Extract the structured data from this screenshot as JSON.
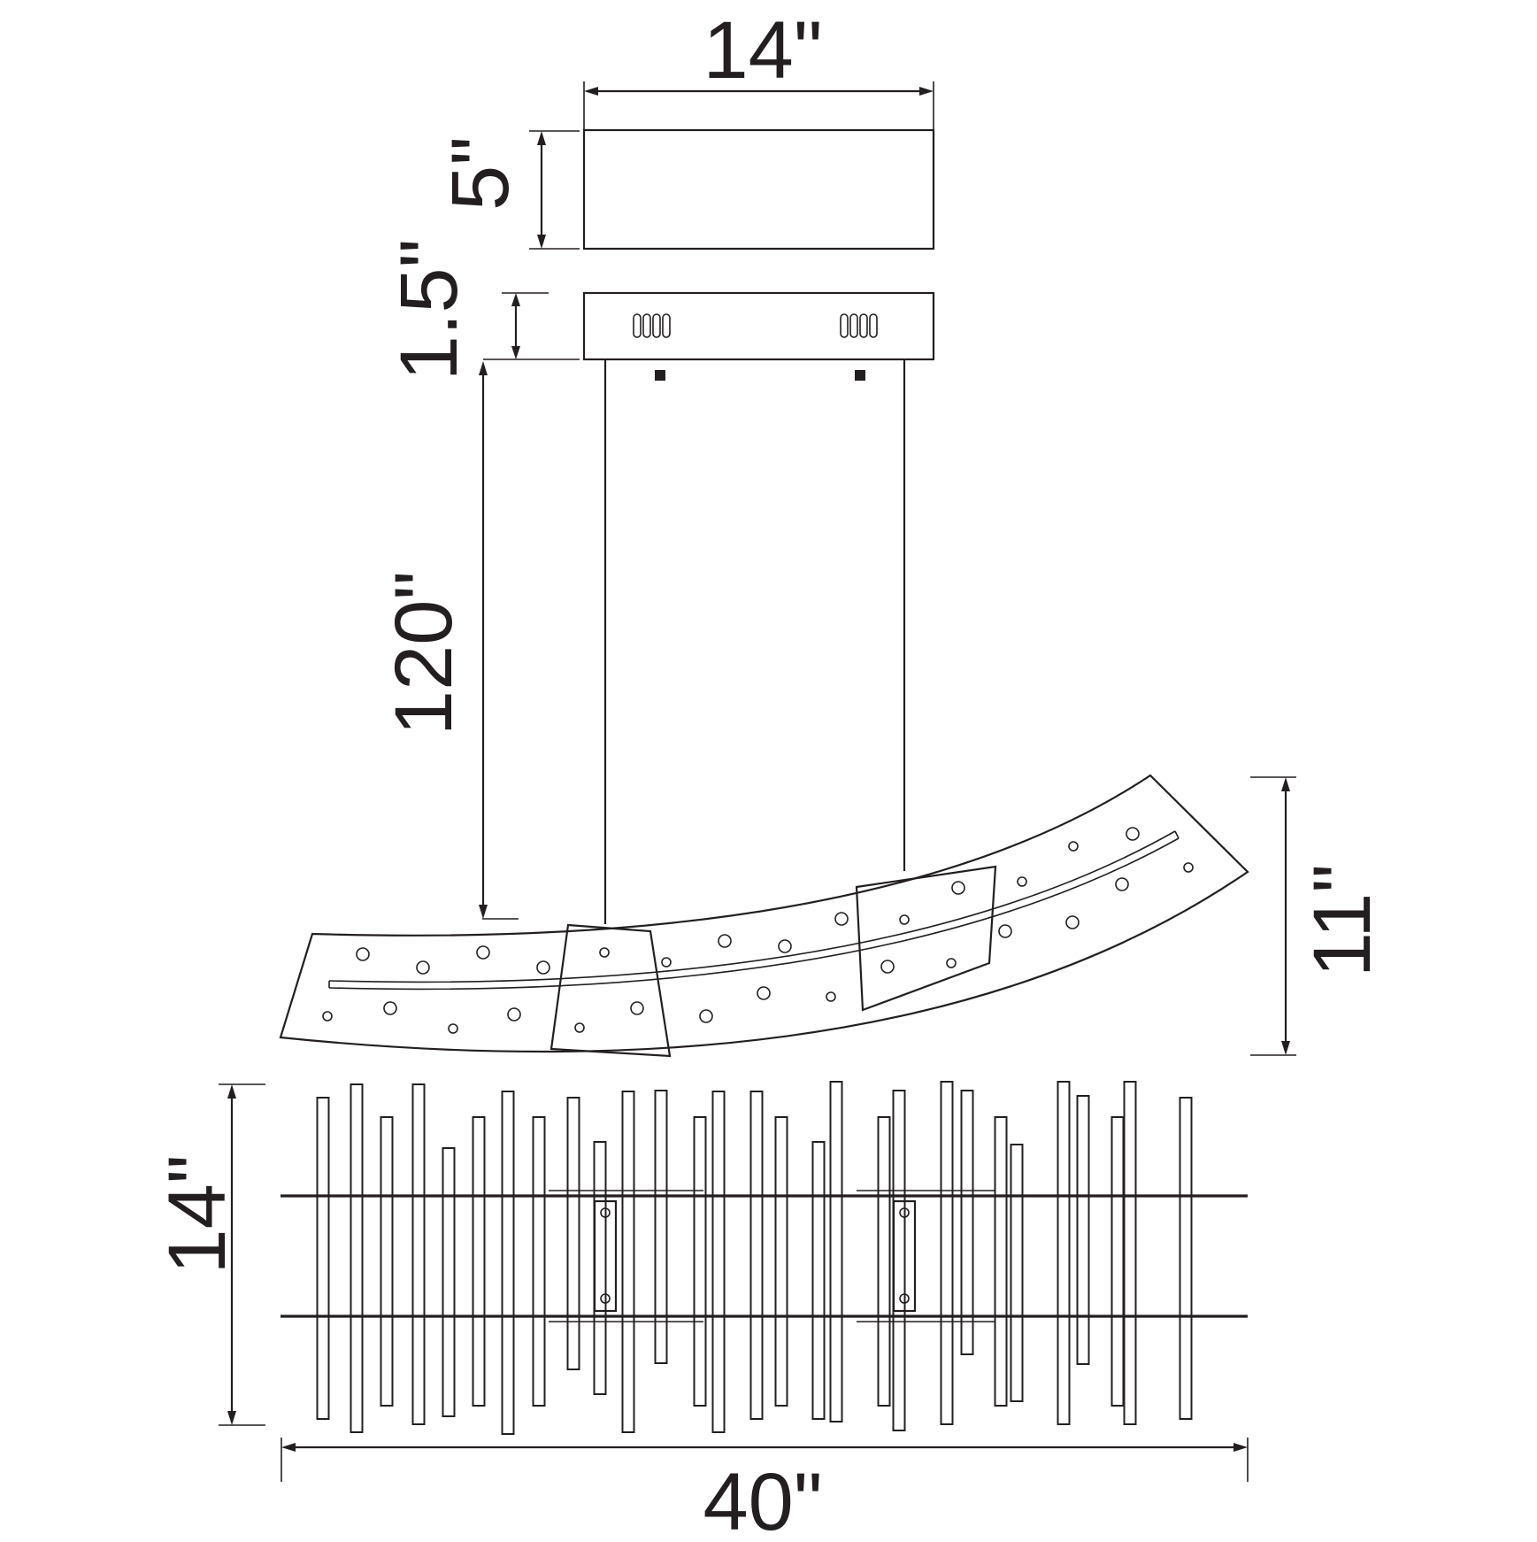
{
  "diagram": {
    "line_color": "#231f20",
    "background": "#ffffff",
    "dimensions": {
      "canopy_width": "14\"",
      "canopy_height": "5\"",
      "plate_height": "1.5\"",
      "drop_length": "120\"",
      "fixture_height": "11\"",
      "fixture_depth": "14\"",
      "fixture_length": "40\""
    }
  }
}
